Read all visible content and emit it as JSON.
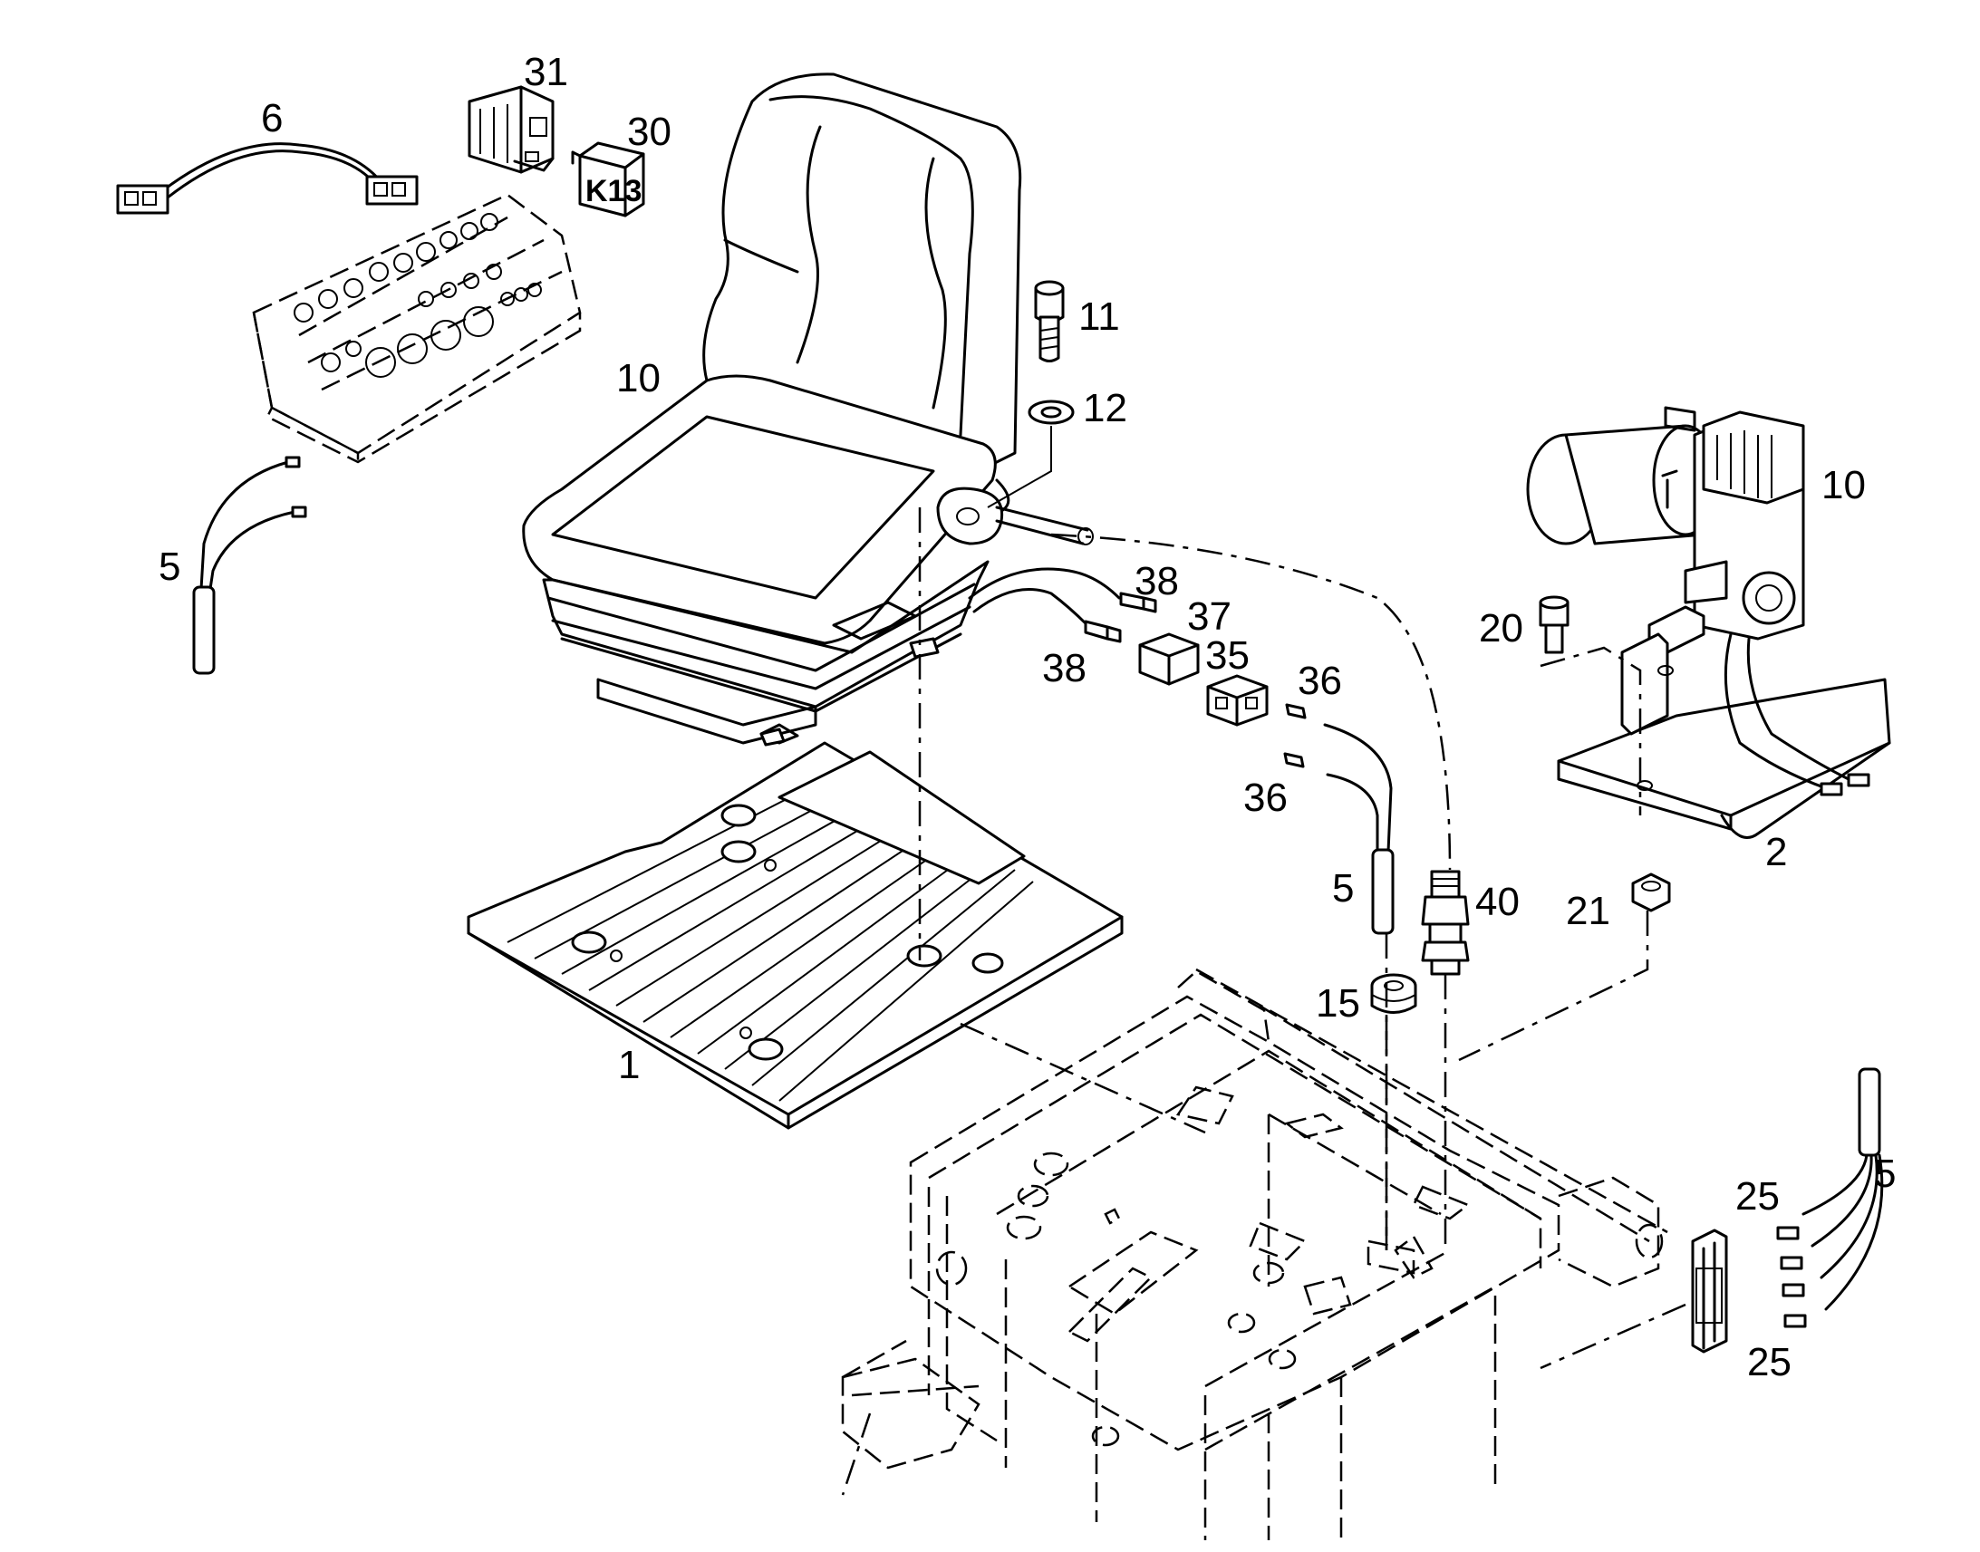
{
  "diagram": {
    "callouts": [
      {
        "id": "c6",
        "text": "6"
      },
      {
        "id": "c31",
        "text": "31"
      },
      {
        "id": "c30",
        "text": "30"
      },
      {
        "id": "c11",
        "text": "11"
      },
      {
        "id": "c12",
        "text": "12"
      },
      {
        "id": "c10a",
        "text": "10"
      },
      {
        "id": "c10b",
        "text": "10"
      },
      {
        "id": "c5a",
        "text": "5"
      },
      {
        "id": "c38a",
        "text": "38"
      },
      {
        "id": "c37",
        "text": "37"
      },
      {
        "id": "c38b",
        "text": "38"
      },
      {
        "id": "c35",
        "text": "35"
      },
      {
        "id": "c36a",
        "text": "36"
      },
      {
        "id": "c36b",
        "text": "36"
      },
      {
        "id": "c20",
        "text": "20"
      },
      {
        "id": "c2",
        "text": "2"
      },
      {
        "id": "c21",
        "text": "21"
      },
      {
        "id": "c5b",
        "text": "5"
      },
      {
        "id": "c40",
        "text": "40"
      },
      {
        "id": "c15",
        "text": "15"
      },
      {
        "id": "c1",
        "text": "1"
      },
      {
        "id": "c25a",
        "text": "25"
      },
      {
        "id": "c5c",
        "text": "5"
      },
      {
        "id": "c25b",
        "text": "25"
      }
    ],
    "relay_marking": "K13"
  }
}
